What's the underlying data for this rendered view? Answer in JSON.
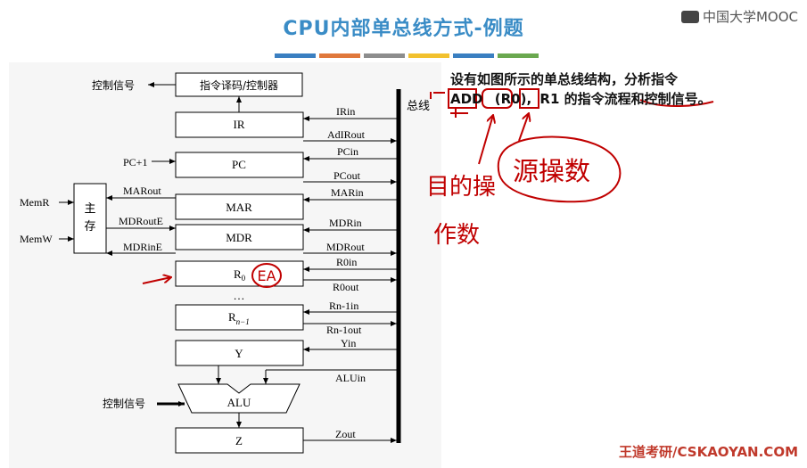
{
  "header": {
    "title": "CPU内部单总线方式-例题",
    "logo_text": "中国大学MOOC",
    "stripe_colors": [
      "#3a7fc1",
      "#e0783b",
      "#8d8d8d",
      "#f2c12e",
      "#3a7fc1",
      "#6aa84f"
    ]
  },
  "diagram": {
    "bus_label": "总线",
    "left_ctrl_label": "控制信号",
    "decoder_label": "指令译码/控制器",
    "ir_label": "IR",
    "irin": "IRin",
    "adirout": "AdIRout",
    "pc_plus1": "PC+1",
    "pc_label": "PC",
    "pcin": "PCin",
    "pcout": "PCout",
    "memr": "MemR",
    "memw": "MemW",
    "mem_label_1": "主",
    "mem_label_2": "存",
    "marout": "MARout",
    "mdroute": "MDRoutE",
    "mdrine": "MDRinE",
    "mar_label": "MAR",
    "marin": "MARin",
    "mdr_label": "MDR",
    "mdrin": "MDRin",
    "mdrout": "MDRout",
    "r0_label": "R",
    "r0_sub": "0",
    "r0in": "R0in",
    "r0out": "R0out",
    "dots": "…",
    "rn_label": "R",
    "rn_sub": "n−1",
    "rnin": "Rn-1in",
    "rnout": "Rn-1out",
    "y_label": "Y",
    "yin": "Yin",
    "alu_label": "ALU",
    "aluin": "ALUin",
    "alu_ctrl_label": "控制信号",
    "z_label": "Z",
    "zout": "Zout"
  },
  "problem": {
    "line1": "设有如图所示的单总线结构，分析指令",
    "line2_add": "ADD",
    "line2_r0": "(R0)",
    "line2_sep": ",",
    "line2_r1": "R1",
    "line2_rest": " 的指令流程和控制信号。"
  },
  "annotations": {
    "ea": "EA",
    "src": "源操数",
    "dst_1": "目的操",
    "dst_2": "作数"
  },
  "footer": {
    "text": "王道考研/CSKAOYAN.COM"
  }
}
